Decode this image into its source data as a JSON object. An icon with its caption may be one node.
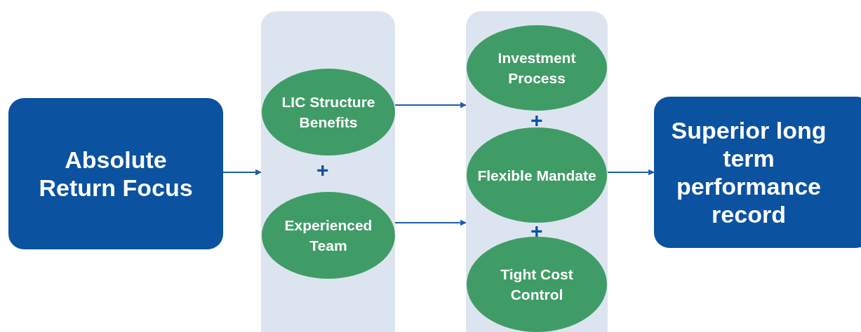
{
  "diagram": {
    "nodes": [
      {
        "text": [
          "Absolute Return Focus"
        ]
      },
      {
        "text": [],
        "shape": "box"
      },
      {
        "text": [
          "LIC Structure Benefits"
        ],
        "in": 1
      },
      {
        "text": [
          "Experienced Team"
        ],
        "in": 1
      },
      {
        "text": [],
        "shape": "box"
      },
      {
        "text": [
          "Investment Process"
        ],
        "in": 4
      },
      {
        "text": [
          "Flexible Mandate"
        ],
        "in": 4
      },
      {
        "text": [
          "Tight Cost Control"
        ],
        "in": 4
      },
      {
        "text": [
          "Superior long term performance record"
        ]
      }
    ],
    "edges": [
      {
        "from": 0,
        "to": 1,
        "arrow": "to"
      },
      {
        "from": 1,
        "to": 4,
        "arrow": "to"
      },
      {
        "from": 1,
        "to": 4,
        "arrow": "to"
      },
      {
        "from": 4,
        "to": 8,
        "arrow": "to"
      }
    ],
    "labels": [
      "+",
      "+",
      "+"
    ]
  }
}
